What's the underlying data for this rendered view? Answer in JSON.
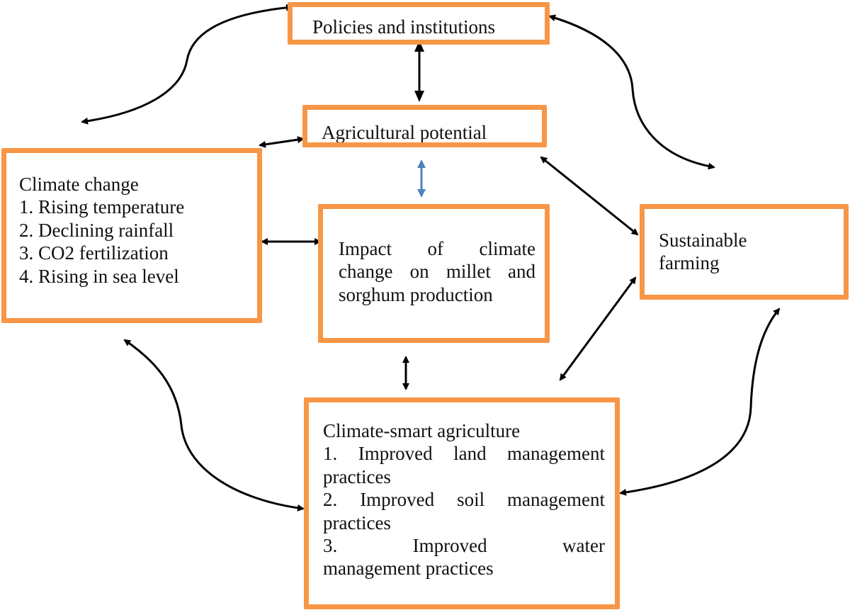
{
  "diagram": {
    "colors": {
      "box_border": "#f79646",
      "arrow": "#000000",
      "arrow_accent": "#4f81bd"
    },
    "nodes": {
      "policies": {
        "label": "Policies and institutions"
      },
      "agri_potential": {
        "label": "Agricultural potential"
      },
      "climate_change": {
        "title": "Climate change",
        "items": [
          "1. Rising temperature",
          "2. Declining rainfall",
          "3. CO2 fertilization",
          "4. Rising in sea level"
        ]
      },
      "impact": {
        "lines": [
          "Impact of climate",
          "change on millet and",
          "sorghum production"
        ]
      },
      "sustainable": {
        "lines": [
          "Sustainable",
          "farming"
        ]
      },
      "csa": {
        "title": "Climate-smart agriculture",
        "lines": [
          "1. Improved land management",
          "practices",
          "2. Improved soil management",
          "practices",
          "3. Improved water",
          "management practices"
        ]
      }
    },
    "edges": [
      {
        "from": "policies",
        "to": "agri_potential",
        "type": "bidirectional"
      },
      {
        "from": "climate_change",
        "to": "agri_potential",
        "type": "bidirectional"
      },
      {
        "from": "agri_potential",
        "to": "impact",
        "type": "bidirectional",
        "color": "blue"
      },
      {
        "from": "climate_change",
        "to": "impact",
        "type": "bidirectional"
      },
      {
        "from": "agri_potential",
        "to": "sustainable",
        "type": "bidirectional"
      },
      {
        "from": "impact",
        "to": "csa",
        "type": "bidirectional"
      },
      {
        "from": "csa",
        "to": "sustainable",
        "type": "bidirectional"
      },
      {
        "from": "policies",
        "to": "climate_change",
        "type": "bidirectional-curved"
      },
      {
        "from": "policies",
        "to": "sustainable",
        "type": "bidirectional-curved"
      },
      {
        "from": "climate_change",
        "to": "csa",
        "type": "bidirectional-curved"
      },
      {
        "from": "sustainable",
        "to": "csa",
        "type": "bidirectional-curved"
      }
    ]
  }
}
